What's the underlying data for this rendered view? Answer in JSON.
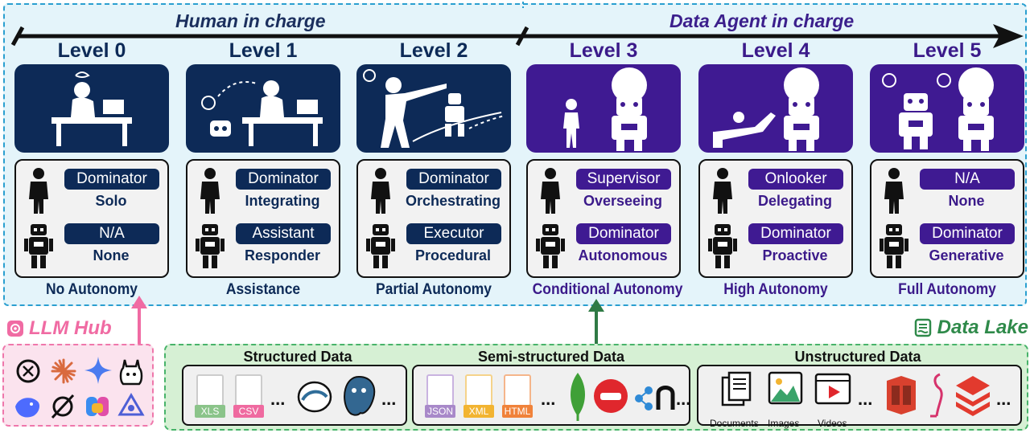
{
  "phases": {
    "human": "Human in charge",
    "agent": "Data Agent in charge"
  },
  "levels": [
    {
      "title": "Level 0",
      "human_role": "Dominator",
      "human_action": "Solo",
      "agent_role": "N/A",
      "agent_action": "None",
      "autonomy": "No Autonomy",
      "theme": "navy"
    },
    {
      "title": "Level 1",
      "human_role": "Dominator",
      "human_action": "Integrating",
      "agent_role": "Assistant",
      "agent_action": "Responder",
      "autonomy": "Assistance",
      "theme": "navy"
    },
    {
      "title": "Level 2",
      "human_role": "Dominator",
      "human_action": "Orchestrating",
      "agent_role": "Executor",
      "agent_action": "Procedural",
      "autonomy": "Partial Autonomy",
      "theme": "navy"
    },
    {
      "title": "Level 3",
      "human_role": "Supervisor",
      "human_action": "Overseeing",
      "agent_role": "Dominator",
      "agent_action": "Autonomous",
      "autonomy": "Conditional Autonomy",
      "theme": "purple"
    },
    {
      "title": "Level 4",
      "human_role": "Onlooker",
      "human_action": "Delegating",
      "agent_role": "Dominator",
      "agent_action": "Proactive",
      "autonomy": "High Autonomy",
      "theme": "purple"
    },
    {
      "title": "Level 5",
      "human_role": "N/A",
      "human_action": "None",
      "agent_role": "Dominator",
      "agent_action": "Generative",
      "autonomy": "Full Autonomy",
      "theme": "purple"
    }
  ],
  "llm_hub": {
    "label": "LLM Hub",
    "icons": [
      "openai-icon",
      "anthropic-icon",
      "gemini-icon",
      "llama-icon",
      "deepseek-icon",
      "grok-icon",
      "copilot-icon",
      "zhipu-icon"
    ]
  },
  "data_lake": {
    "label": "Data Lake",
    "structured": {
      "title": "Structured Data",
      "files": [
        "XLS",
        "CSV"
      ],
      "ellipsis": "...",
      "icons": [
        "mysql-icon",
        "postgresql-icon"
      ]
    },
    "semi": {
      "title": "Semi-structured Data",
      "files": [
        "JSON",
        "XML",
        "HTML"
      ],
      "ellipsis": "...",
      "icons": [
        "mongodb-icon",
        "couchbase-icon",
        "neo4j-icon"
      ]
    },
    "unstructured": {
      "title": "Unstructured Data",
      "captions": [
        "Documents",
        "Images",
        "Videos"
      ],
      "ellipsis": "...",
      "icons": [
        "s3-icon",
        "hdfs-icon",
        "stack-icon"
      ]
    }
  },
  "colors": {
    "navy": "#0d2a57",
    "purple": "#3f1a92",
    "xls": "#8bc48a",
    "csv": "#ef6aa0",
    "json": "#a889c9",
    "xml": "#f2b431",
    "html": "#f0823a"
  }
}
